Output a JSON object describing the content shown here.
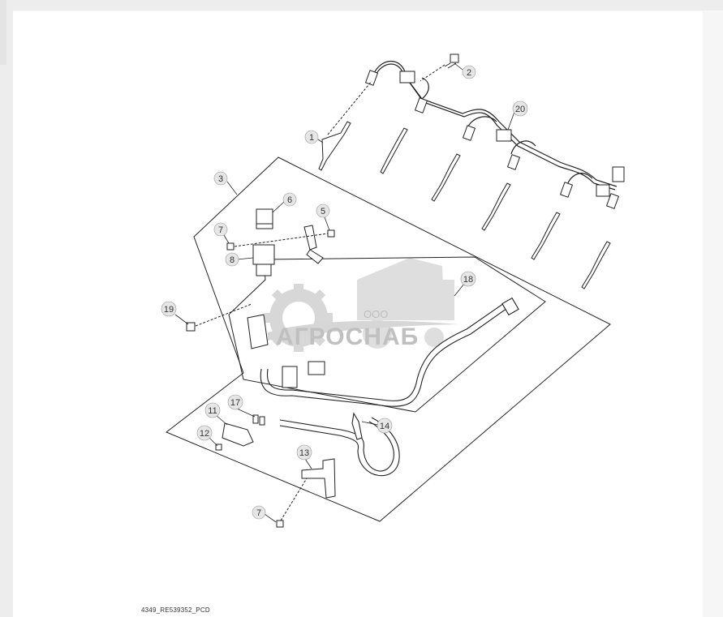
{
  "caption": "4349_RE539352_PCD",
  "watermark": {
    "prefix": "ООО",
    "brand": "АГРОСНАБ"
  },
  "callouts": [
    {
      "id": "callout-1",
      "label": "1"
    },
    {
      "id": "callout-2",
      "label": "2"
    },
    {
      "id": "callout-3",
      "label": "3"
    },
    {
      "id": "callout-5",
      "label": "5"
    },
    {
      "id": "callout-6",
      "label": "6"
    },
    {
      "id": "callout-7-top",
      "label": "7"
    },
    {
      "id": "callout-8",
      "label": "8"
    },
    {
      "id": "callout-11",
      "label": "11"
    },
    {
      "id": "callout-12",
      "label": "12"
    },
    {
      "id": "callout-13",
      "label": "13"
    },
    {
      "id": "callout-14",
      "label": "14"
    },
    {
      "id": "callout-17",
      "label": "17"
    },
    {
      "id": "callout-18",
      "label": "18"
    },
    {
      "id": "callout-19",
      "label": "19"
    },
    {
      "id": "callout-20",
      "label": "20"
    },
    {
      "id": "callout-7-bottom",
      "label": "7"
    }
  ]
}
